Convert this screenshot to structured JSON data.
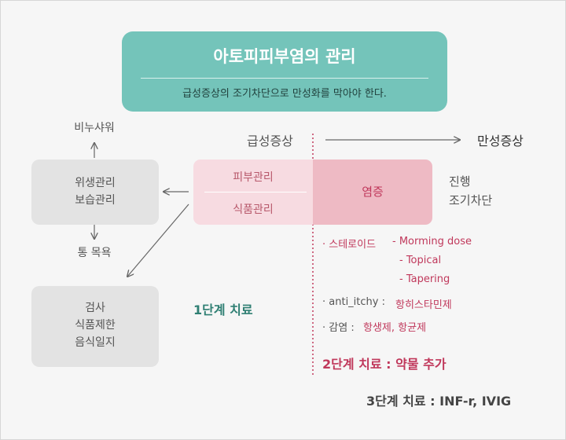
{
  "title": {
    "main": "아토피피부염의 관리",
    "subtitle": "급성증상의 조기차단으로 만성화를 막아야 한다."
  },
  "timeline": {
    "acute": "급성증상",
    "chronic": "만성증상"
  },
  "stage1": {
    "care_box": [
      "위생관리",
      "보습관리"
    ],
    "above_label": "비누샤워",
    "below_label": "통 목욕",
    "test_box": [
      "검사",
      "식품제한",
      "음식일지"
    ],
    "label": "1단계 치료"
  },
  "treatment": {
    "skin": "피부관리",
    "food": "식품관리",
    "inflammation": "염증"
  },
  "progress": [
    "진행",
    "조기차단"
  ],
  "stage2": {
    "steroid_label": "· 스테로이드",
    "steroid_items": [
      "- Morming dose",
      "- Topical",
      "- Tapering"
    ],
    "antiitchy_label": "· anti_itchy :",
    "antiitchy_value": "항히스타민제",
    "infection_label": "· 감염 :",
    "infection_value": "항생제, 항균제",
    "label": "2단계 치료 : 약물 추가"
  },
  "stage3": {
    "label": "3단계 치료 : INF-r, IVIG"
  },
  "colors": {
    "teal": "#74c4ba",
    "pink_light": "#f7dbe1",
    "pink_dark": "#eebac4",
    "magenta": "#c0385b",
    "stage1_green": "#2f7f73"
  }
}
